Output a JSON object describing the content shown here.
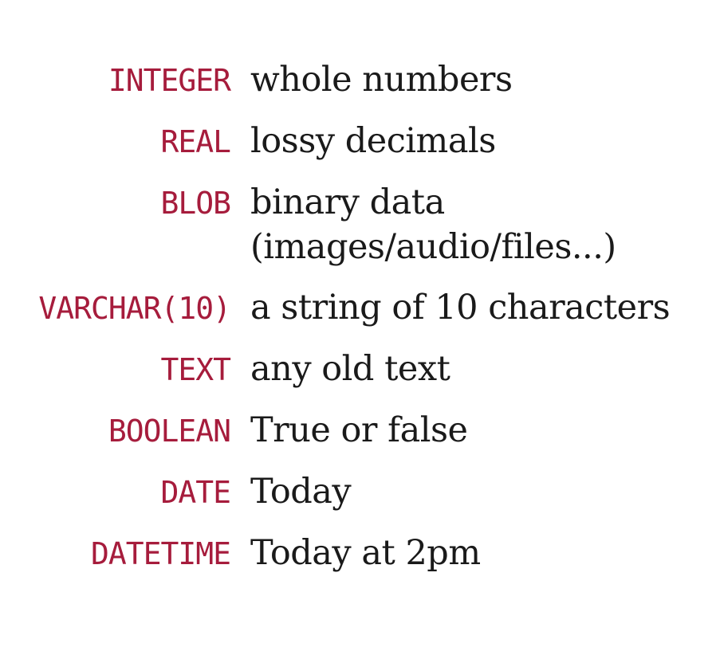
{
  "colors": {
    "type_name": "#a61c3c",
    "description": "#1a1a1a",
    "background": "#ffffff"
  },
  "types": [
    {
      "name": "INTEGER",
      "description": [
        "whole numbers"
      ]
    },
    {
      "name": "REAL",
      "description": [
        "lossy decimals"
      ]
    },
    {
      "name": "BLOB",
      "description": [
        "binary data",
        "(images/audio/files...)"
      ]
    },
    {
      "name": "VARCHAR(10)",
      "description": [
        "a string of 10 characters"
      ]
    },
    {
      "name": "TEXT",
      "description": [
        "any old text"
      ]
    },
    {
      "name": "BOOLEAN",
      "description": [
        "True or false"
      ]
    },
    {
      "name": "DATE",
      "description": [
        "Today"
      ]
    },
    {
      "name": "DATETIME",
      "description": [
        "Today at 2pm"
      ]
    }
  ]
}
